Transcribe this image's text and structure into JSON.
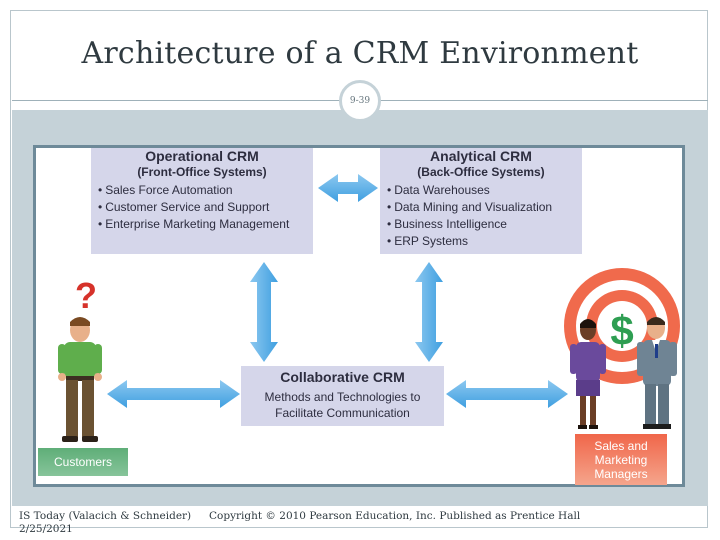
{
  "slide": {
    "title": "Architecture of a CRM Environment",
    "page_number": "9-39"
  },
  "diagram": {
    "operational": {
      "title": "Operational CRM",
      "subtitle": "(Front-Office Systems)",
      "items": [
        "Sales Force Automation",
        "Customer Service and Support",
        "Enterprise Marketing Management"
      ]
    },
    "analytical": {
      "title": "Analytical CRM",
      "subtitle": "(Back-Office Systems)",
      "items": [
        "Data Warehouses",
        "Data Mining and Visualization",
        "Business Intelligence",
        "ERP Systems"
      ]
    },
    "collaborative": {
      "title": "Collaborative CRM",
      "line1": "Methods and Technologies to",
      "line2": "Facilitate Communication"
    },
    "customers_label": "Customers",
    "sales_label_line1": "Sales and",
    "sales_label_line2": "Marketing",
    "sales_label_line3": "Managers",
    "question_mark": "?",
    "dollar_sign": "$"
  },
  "footer": {
    "source_line1": "IS Today (Valacich & Schneider)",
    "source_line2": "2/25/2021",
    "copyright": "Copyright © 2010 Pearson Education, Inc. Published as Prentice Hall"
  },
  "colors": {
    "box_fill": "#d5d6ea",
    "arrow_blue": "#5aaee8",
    "customers_green": "#5fae78",
    "sales_red": "#f0664a",
    "dollar_green": "#2e9e52",
    "question_red": "#d6322a"
  }
}
